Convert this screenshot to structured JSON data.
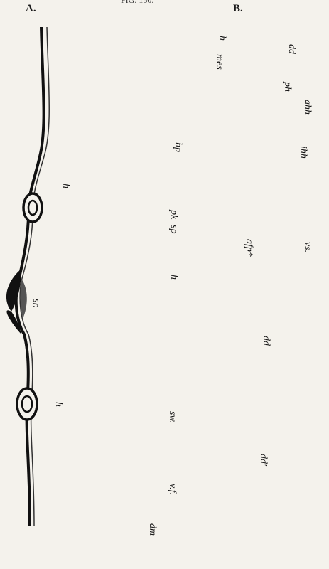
{
  "header": {
    "caption_fragment": "FIG. 150."
  },
  "panels": {
    "a": {
      "letter": "A.",
      "labels": {
        "h_top": "h",
        "sr": "sr.",
        "h_bottom": "h"
      }
    },
    "b": {
      "letter": "B.",
      "labels": {
        "h": "h",
        "dd": "dd",
        "mes": "mes",
        "ph": "ph",
        "ahh": "ahh",
        "ihh": "ihh",
        "hp": "hp",
        "pk": "pk",
        "sp": "sp",
        "afp": "afp*",
        "vs": "vs.",
        "h2": "h",
        "dd2": "dd",
        "sw": "sw.",
        "dd3": "dd'",
        "vf": "v.f.",
        "dm": "dm"
      }
    }
  }
}
